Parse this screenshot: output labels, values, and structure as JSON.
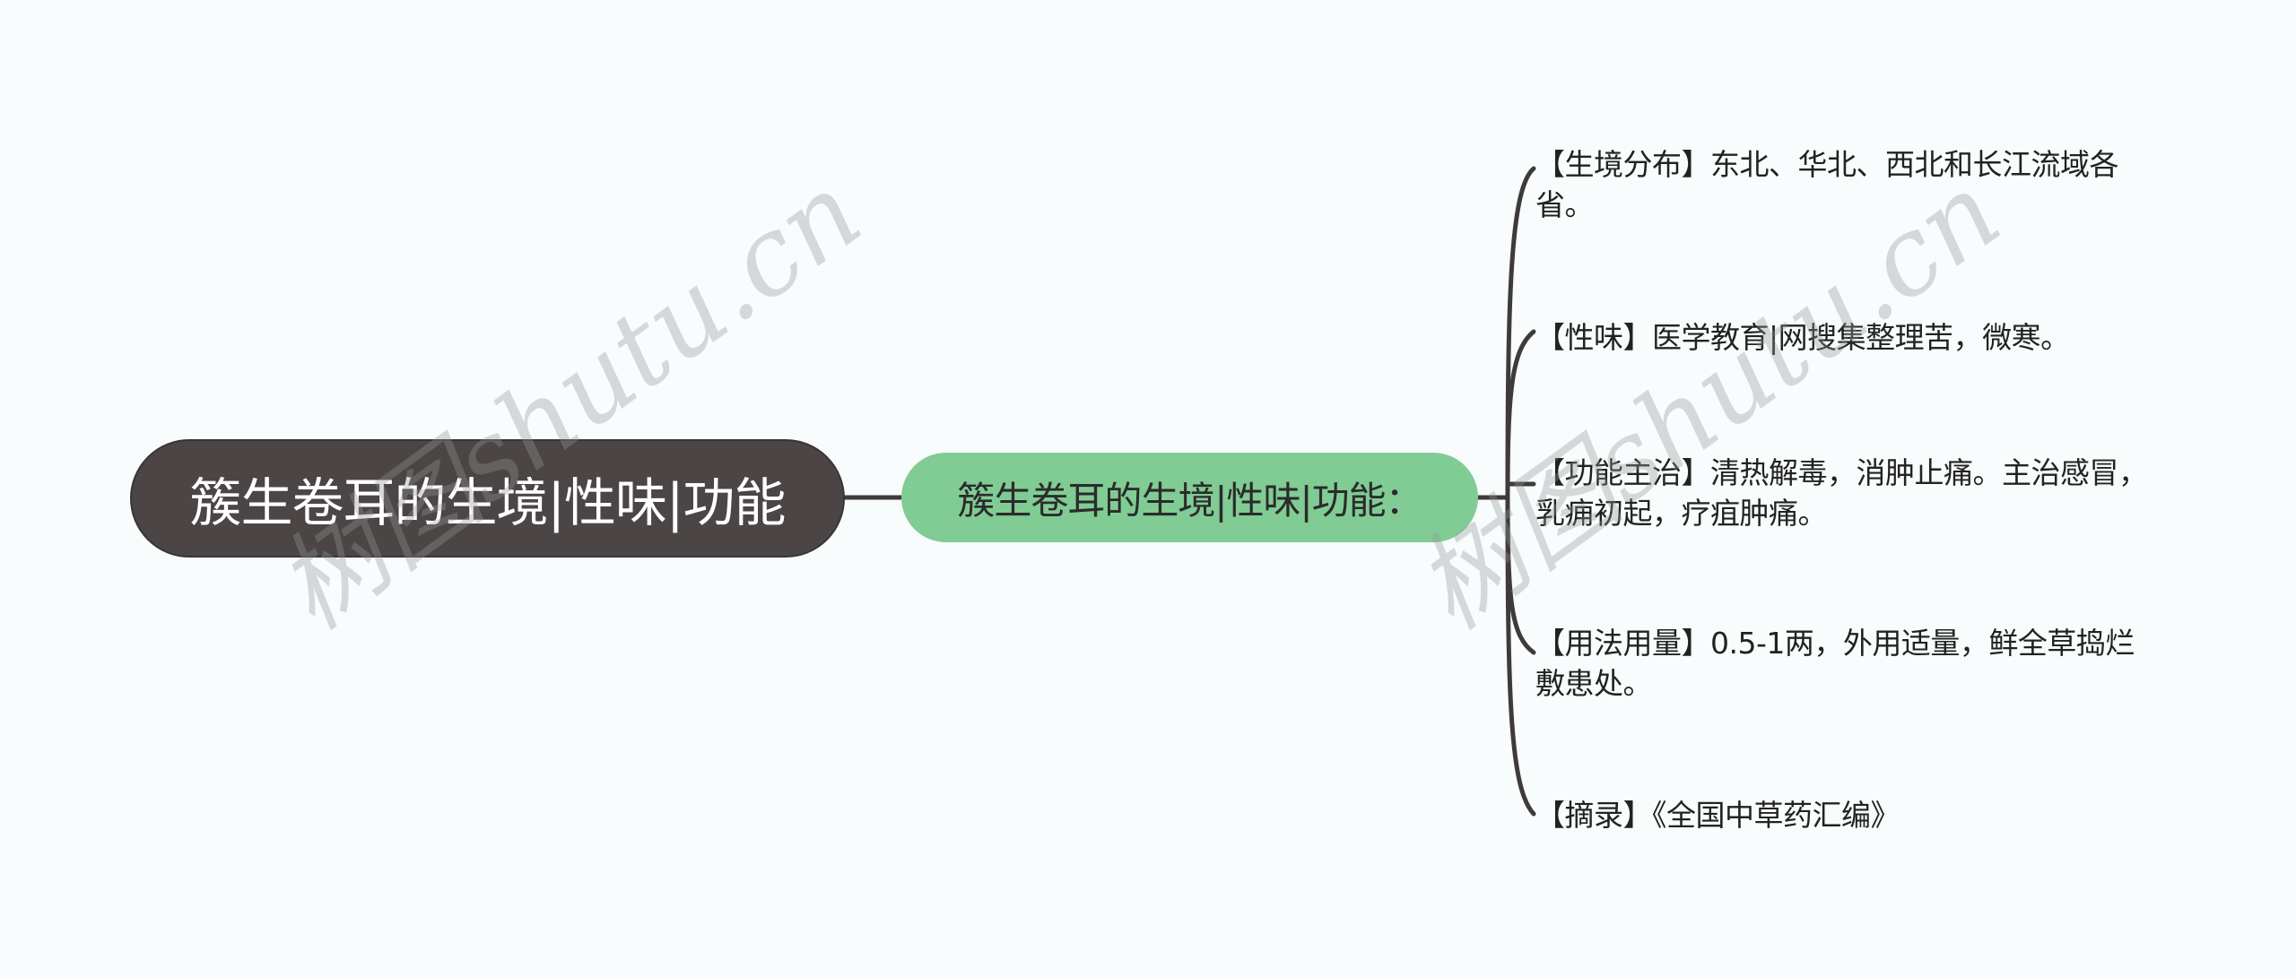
{
  "mindmap": {
    "root": {
      "label": "簇生卷耳的生境|性味|功能"
    },
    "branch": {
      "label": "簇生卷耳的生境|性味|功能："
    },
    "leaves": [
      {
        "label": "【生境分布】东北、华北、西北和长江流域各省。"
      },
      {
        "label": "【性味】医学教育|网搜集整理苦，微寒。"
      },
      {
        "label": "【功能主治】清热解毒，消肿止痛。主治感冒，乳痈初起，疗疽肿痛。"
      },
      {
        "label": "【用法用量】0.5-1两，外用适量，鲜全草捣烂敷患处。"
      },
      {
        "label": "【摘录】《全国中草药汇编》"
      }
    ]
  },
  "watermark": {
    "text": "树图shutu.cn"
  },
  "colors": {
    "background": "#f8fcfc",
    "root_fill": "#4b4545",
    "root_text": "#ffffff",
    "branch_fill": "#80cc94",
    "branch_text": "#2b2b2b",
    "connector": "#3f3b3b",
    "leaf_text": "#222222"
  }
}
